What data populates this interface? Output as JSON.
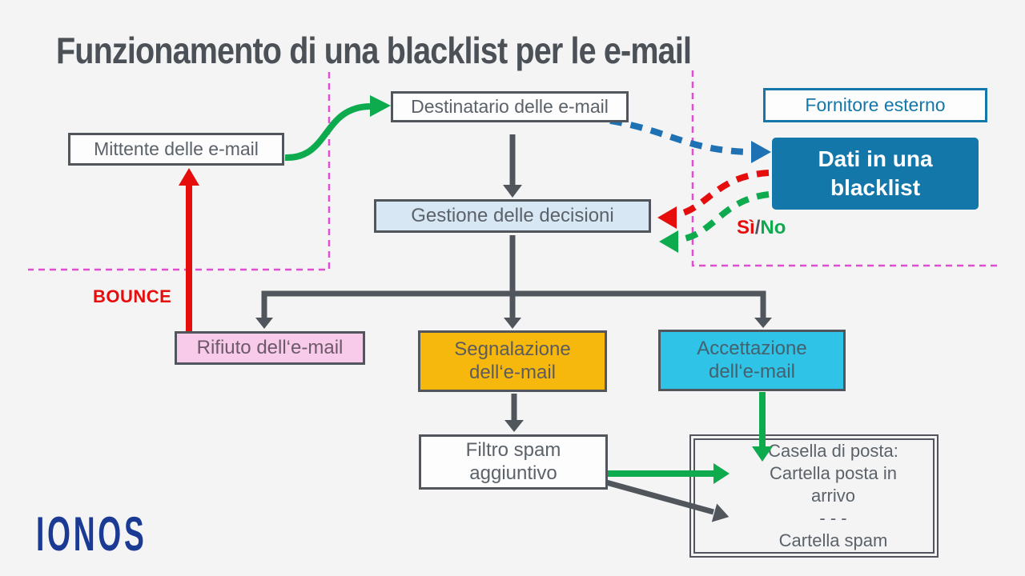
{
  "title": "Funzionamento di una blacklist per le e-mail",
  "brand": {
    "logo_text": "IONOS"
  },
  "nodes": {
    "mittente": "Mittente delle e-mail",
    "destinatario": "Destinatario delle e-mail",
    "fornitore": "Fornitore esterno",
    "dati": "Dati in una blacklist",
    "gestione": "Gestione delle decisioni",
    "rifiuto": "Rifiuto dell‘e-mail",
    "segnalazione": "Segnalazione dell‘e-mail",
    "accettazione": "Accettazione dell‘e-mail",
    "filtro": "Filtro spam aggiuntivo",
    "casella": {
      "lines": [
        "Casella di posta:",
        "Cartella posta in",
        "arrivo",
        "- - -",
        "Cartella spam"
      ]
    }
  },
  "labels": {
    "bounce": "BOUNCE",
    "si": "Sì",
    "slash": "/",
    "no": "No"
  },
  "colors": {
    "bg": "#f4f4f5",
    "title_gray": "#4b5157",
    "border_dark": "#50565c",
    "text_gray": "#5b6269",
    "fill_white": "#fdfdfe",
    "brand_blue": "#1477a9",
    "dash_blue": "#1e72b4",
    "green": "#0dab4e",
    "red": "#e60d0d",
    "magenta": "#df4ed0",
    "pink": "#f7cbe9",
    "orange": "#f6b80c",
    "cyan": "#2fc3e7",
    "light_blue": "#d8e7f4",
    "navy": "#1b3a94"
  }
}
